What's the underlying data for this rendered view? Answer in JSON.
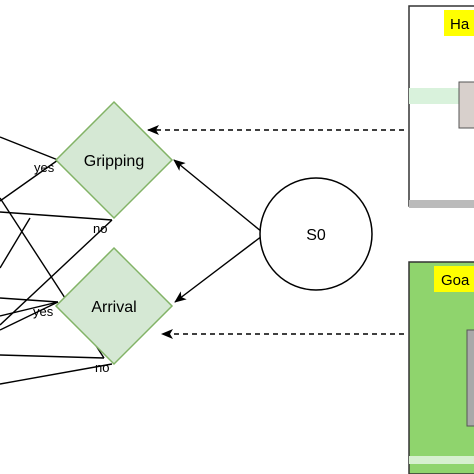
{
  "diagram": {
    "nodes": {
      "gripping": {
        "label": "Gripping"
      },
      "arrival": {
        "label": "Arrival"
      },
      "s0": {
        "label": "S0"
      }
    },
    "edge_labels": {
      "gripping_yes": "yes",
      "gripping_no": "no",
      "arrival_yes": "yes",
      "arrival_no": "no"
    },
    "panels": {
      "top": {
        "tag": "Ha"
      },
      "bottom": {
        "tag": "Goa"
      }
    },
    "colors": {
      "decision_fill": "#d5e8d4",
      "decision_stroke": "#82b366",
      "panel_green": "#8fd46d",
      "tag_yellow": "#ffff00"
    }
  }
}
